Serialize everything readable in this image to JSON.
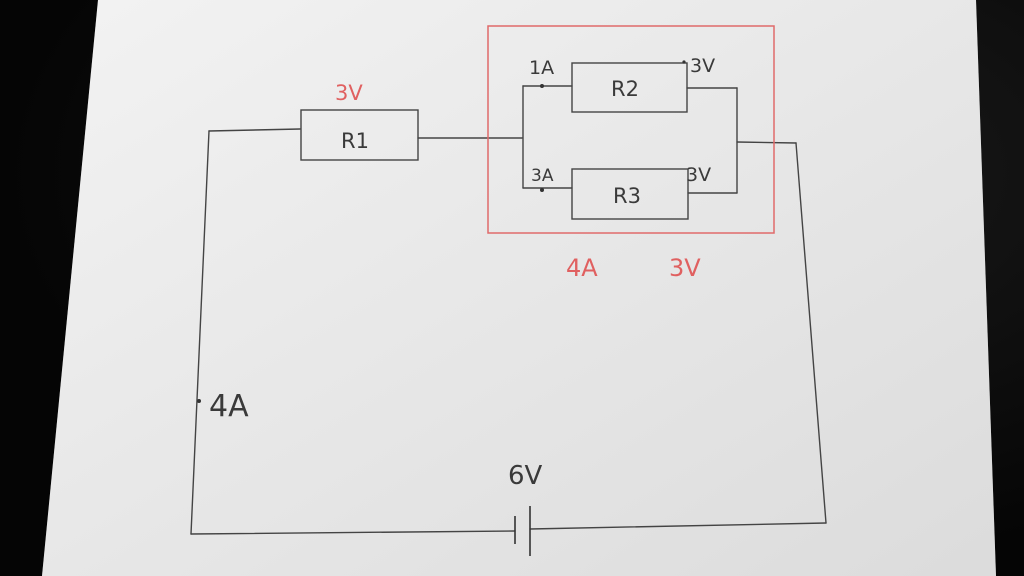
{
  "circuit": {
    "r1": {
      "label": "R1",
      "voltage": "3V"
    },
    "r2": {
      "label": "R2",
      "current": "1A",
      "voltage": "3V"
    },
    "r3": {
      "label": "R3",
      "current": "3A",
      "voltage": "3V"
    },
    "parallel_group": {
      "current": "4A",
      "voltage": "3V"
    },
    "main_current": "4A",
    "battery": {
      "voltage": "6V"
    }
  },
  "colors": {
    "paper": "#ededed",
    "ink": "#3a3a3a",
    "highlight": "#e06060",
    "background": "#0b0b0b"
  }
}
